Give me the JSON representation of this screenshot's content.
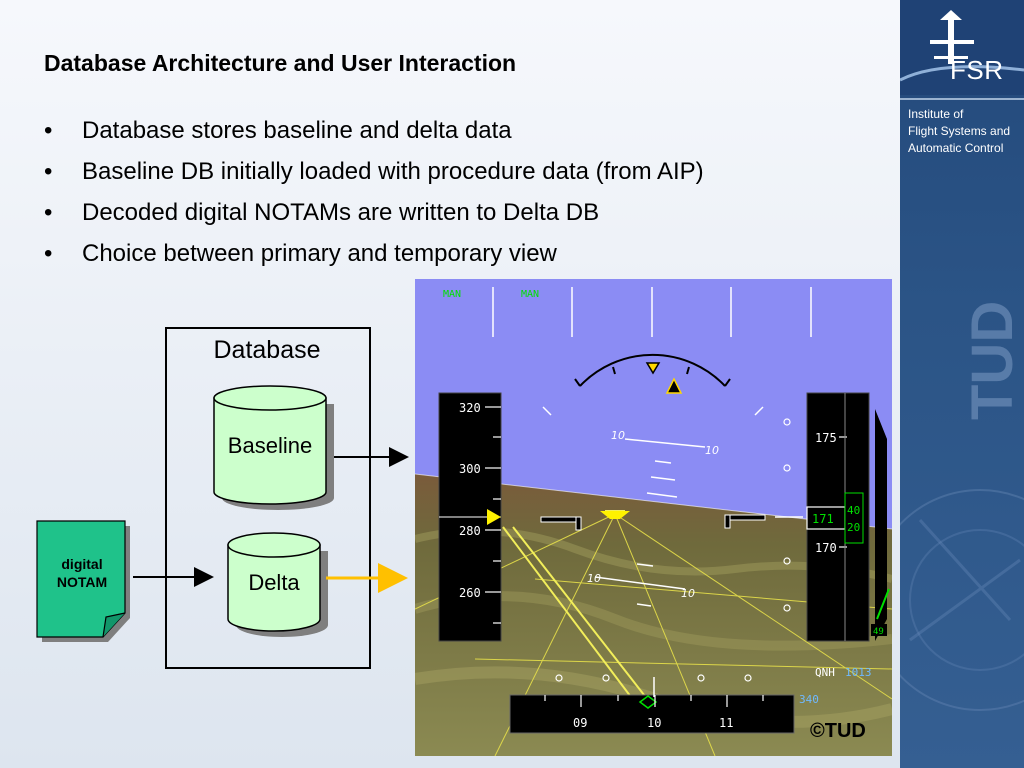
{
  "slide": {
    "title": "Database Architecture and User Interaction",
    "bullets": [
      "Database stores baseline and delta data",
      "Baseline DB initially loaded with procedure data (from AIP)",
      "Decoded digital NOTAMs are written to Delta DB",
      "Choice between primary and temporary view"
    ]
  },
  "sidebar": {
    "logo_text": "FSR",
    "institute_lines": [
      "Institute of",
      "Flight Systems and",
      "Automatic Control"
    ],
    "watermark": "TUD"
  },
  "diagram": {
    "database_label": "Database",
    "baseline_label": "Baseline",
    "delta_label": "Delta",
    "notam_lines": [
      "digital",
      "NOTAM"
    ],
    "cylinder_color": "#ccffcc",
    "notam_color": "#1fc28a",
    "arrow_black": "#000000",
    "arrow_yellow": "#ffc000"
  },
  "pfd": {
    "mode_left": "MAN",
    "mode_right": "MAN",
    "speed_ticks": [
      "320",
      "300",
      "280",
      "260"
    ],
    "alt_ticks": [
      "175",
      "170"
    ],
    "alt_current": "171",
    "alt_fine": [
      "40",
      "20"
    ],
    "pitch_labels": [
      "10",
      "10",
      "10",
      "10"
    ],
    "heading_ticks": [
      "09",
      "10",
      "11"
    ],
    "qnh_label": "QNH",
    "qnh_value": "1013",
    "heading_value": "340",
    "vs_value": "49",
    "copyright": "©TUD",
    "sky_color": "#8b8cf4",
    "ground_color": "#6e6a38"
  }
}
